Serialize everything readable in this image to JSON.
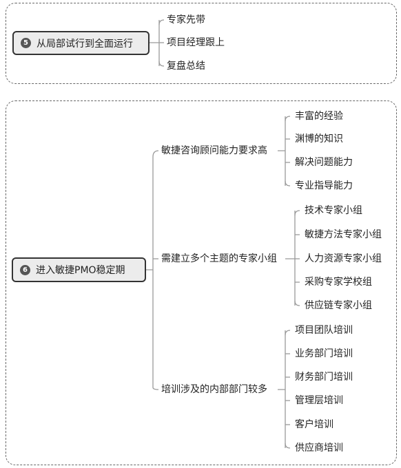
{
  "sections": [
    {
      "number": "5",
      "title": "从局部试行到全面运行",
      "children": [
        "专家先带",
        "项目经理跟上",
        "复盘总结"
      ]
    },
    {
      "number": "6",
      "title": "进入敏捷PMO稳定期",
      "branches": [
        {
          "label": "敏捷咨询顾问能力要求高",
          "children": [
            "丰富的经验",
            "渊博的知识",
            "解决问题能力",
            "专业指导能力"
          ]
        },
        {
          "label": "需建立多个主题的专家小组",
          "children": [
            "技术专家小组",
            "敏捷方法专家小组",
            "人力资源专家小组",
            "采购专家学校组",
            "供应链专家小组"
          ]
        },
        {
          "label": "培训涉及的内部部门较多",
          "children": [
            "项目团队培训",
            "业务部门培训",
            "财务部门培训",
            "管理层培训",
            "客户培训",
            "供应商培训"
          ]
        }
      ]
    }
  ]
}
